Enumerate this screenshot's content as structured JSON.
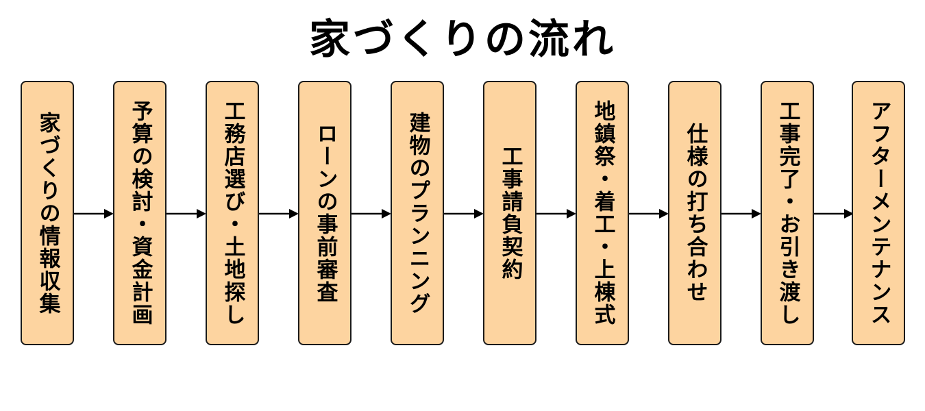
{
  "title": "家づくりの流れ",
  "colors": {
    "box_fill": "#fdd4a0",
    "box_border": "#1a1a1a",
    "arrow": "#000000"
  },
  "steps": [
    {
      "label": "家づくりの情報収集"
    },
    {
      "label": "予算の検討・資金計画"
    },
    {
      "label": "工務店選び・土地探し"
    },
    {
      "label": "ローンの事前審査"
    },
    {
      "label": "建物のプランニング"
    },
    {
      "label": "工事請負契約"
    },
    {
      "label": "地鎮祭・着工・上棟式"
    },
    {
      "label": "仕様の打ち合わせ"
    },
    {
      "label": "工事完了・お引き渡し"
    },
    {
      "label": "アフターメンテナンス"
    }
  ]
}
